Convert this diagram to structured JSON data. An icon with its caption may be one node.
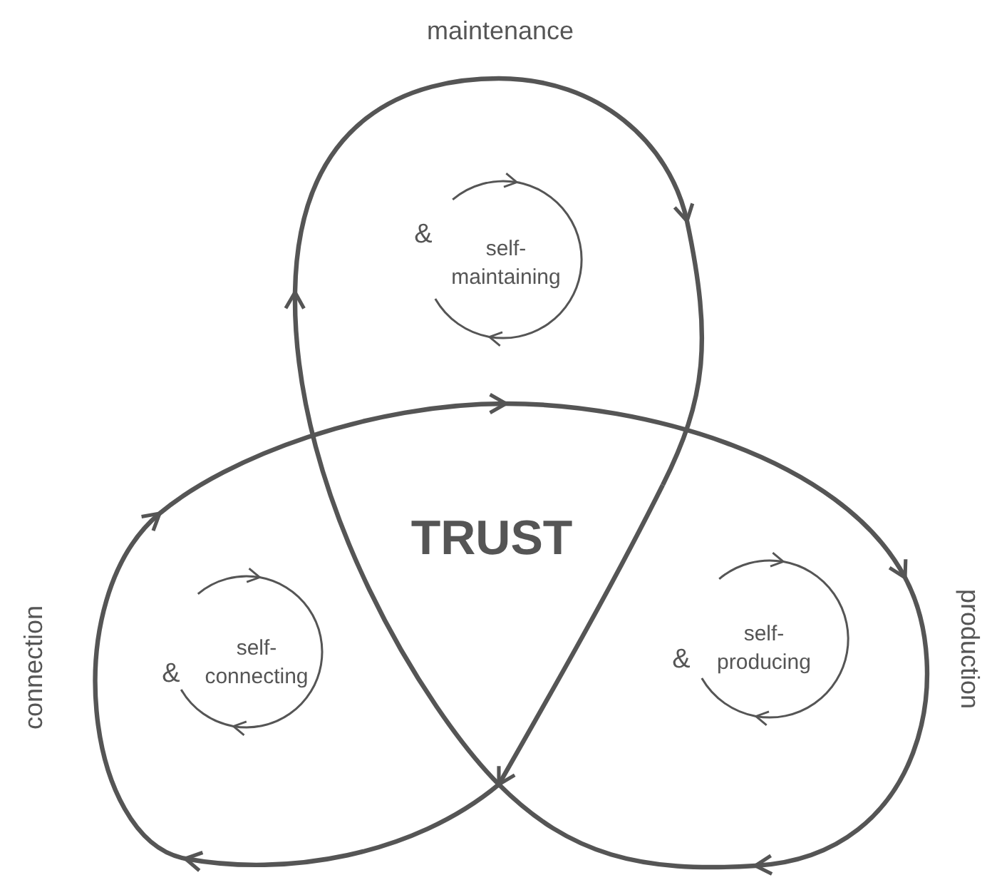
{
  "diagram": {
    "labels": [
      "maintenance",
      "&",
      "self-maintaining",
      "TRUST",
      "connection",
      "&",
      "self-connecting",
      "&",
      "self-producing",
      "production"
    ]
  }
}
